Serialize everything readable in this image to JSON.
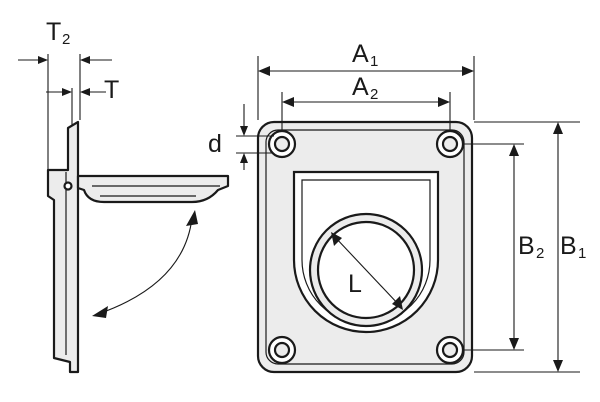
{
  "labels": {
    "T2": {
      "main": "T",
      "sub": "2"
    },
    "T": {
      "main": "T",
      "sub": ""
    },
    "d": {
      "main": "d",
      "sub": ""
    },
    "A1": {
      "main": "A",
      "sub": "1"
    },
    "A2": {
      "main": "A",
      "sub": "2"
    },
    "B1": {
      "main": "B",
      "sub": "1"
    },
    "B2": {
      "main": "B",
      "sub": "2"
    },
    "L": {
      "main": "L",
      "sub": ""
    }
  },
  "colors": {
    "line": "#1a1a1a",
    "part_fill": "#ececec",
    "background": "#ffffff"
  }
}
